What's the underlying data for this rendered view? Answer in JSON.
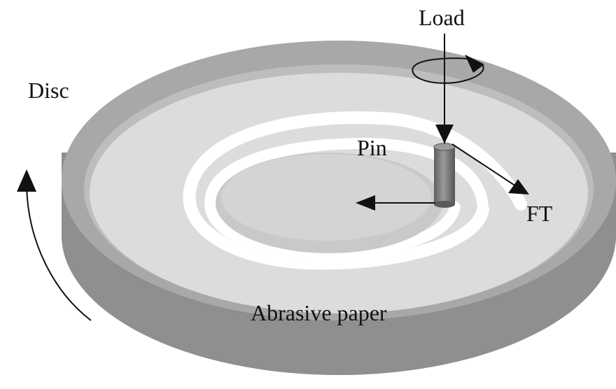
{
  "labels": {
    "load": "Load",
    "disc": "Disc",
    "pin": "Pin",
    "ft": "FT",
    "abrasive_paper": "Abrasive paper"
  },
  "colors": {
    "disc_side": "#8f8f8f",
    "disc_rim": "#a8a8a8",
    "paper": "#dcdcdc",
    "track": "#ffffff",
    "pin": "#7a7a7a",
    "ink": "#111111"
  }
}
